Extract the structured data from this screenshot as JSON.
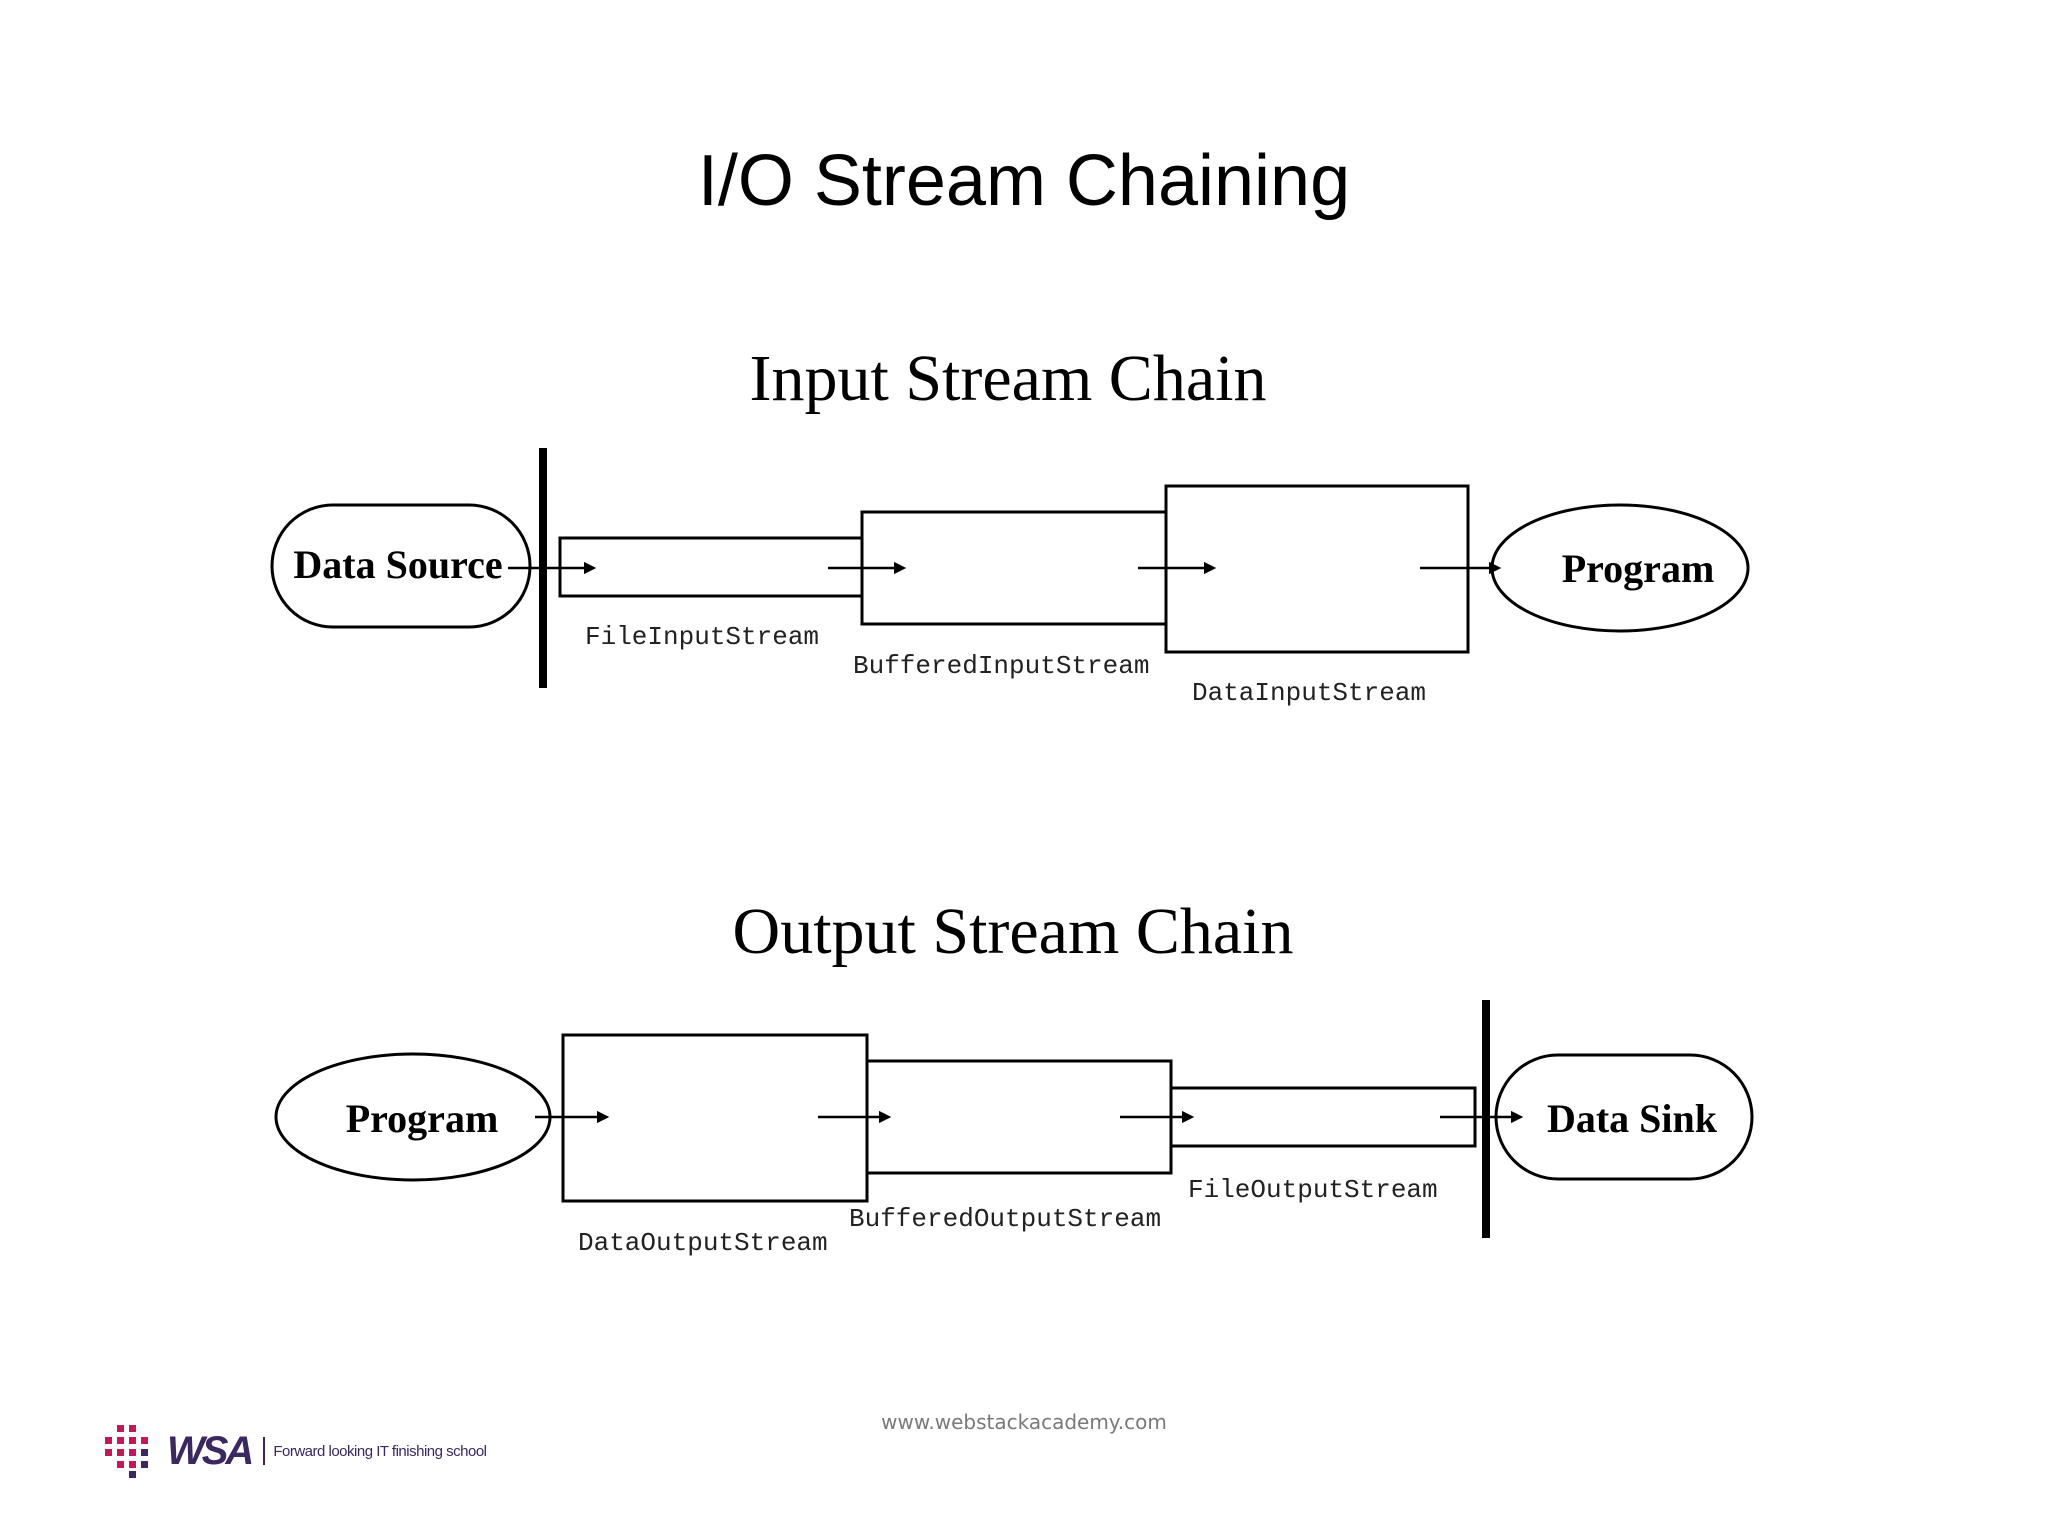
{
  "slide": {
    "title": "I/O Stream Chaining",
    "footer_url": "www.webstackacademy.com"
  },
  "input_chain": {
    "title": "Input Stream Chain",
    "source_label": "Data Source",
    "target_label": "Program",
    "streams": [
      "FileInputStream",
      "BufferedInputStream",
      "DataInputStream"
    ]
  },
  "output_chain": {
    "title": "Output Stream Chain",
    "source_label": "Program",
    "target_label": "Data Sink",
    "streams": [
      "DataOutputStream",
      "BufferedOutputStream",
      "FileOutputStream"
    ]
  },
  "logo": {
    "brand": "WSA",
    "tagline": "Forward looking IT finishing school",
    "brand_color": "#3b2860",
    "accent_color": "#c2185b"
  }
}
